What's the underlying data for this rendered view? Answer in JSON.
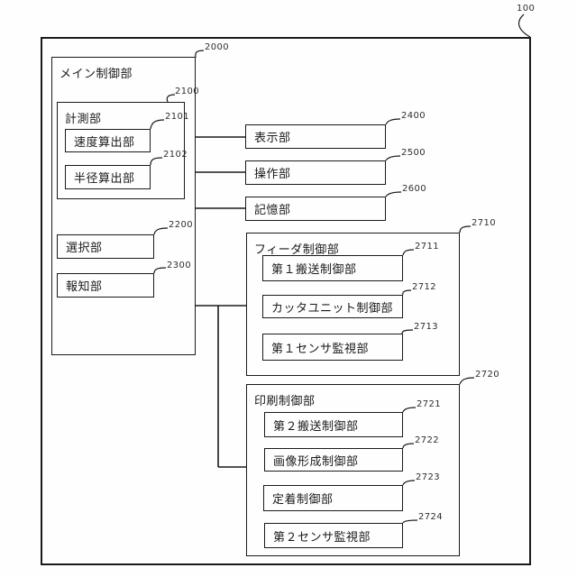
{
  "ink_color": "#1a1a1a",
  "figure_ref": "100",
  "boxes": {
    "main_control": {
      "label": "メイン制御部",
      "ref": "2000"
    },
    "measurement": {
      "label": "計測部",
      "ref": "2100"
    },
    "speed_calc": {
      "label": "速度算出部",
      "ref": "2101"
    },
    "radius_calc": {
      "label": "半径算出部",
      "ref": "2102"
    },
    "selection": {
      "label": "選択部",
      "ref": "2200"
    },
    "notification": {
      "label": "報知部",
      "ref": "2300"
    },
    "display": {
      "label": "表示部",
      "ref": "2400"
    },
    "operation": {
      "label": "操作部",
      "ref": "2500"
    },
    "storage": {
      "label": "記憶部",
      "ref": "2600"
    },
    "feeder_control": {
      "label": "フィーダ制御部",
      "ref": "2710"
    },
    "transport_control_1": {
      "label": "第１搬送制御部",
      "ref": "2711"
    },
    "cutter_unit_control": {
      "label": "カッタユニット制御部",
      "ref": "2712"
    },
    "sensor_monitor_1": {
      "label": "第１センサ監視部",
      "ref": "2713"
    },
    "print_control": {
      "label": "印刷制御部",
      "ref": "2720"
    },
    "transport_control_2": {
      "label": "第２搬送制御部",
      "ref": "2721"
    },
    "image_forming_control": {
      "label": "画像形成制御部",
      "ref": "2722"
    },
    "fixing_control": {
      "label": "定着制御部",
      "ref": "2723"
    },
    "sensor_monitor_2": {
      "label": "第２センサ監視部",
      "ref": "2724"
    }
  }
}
